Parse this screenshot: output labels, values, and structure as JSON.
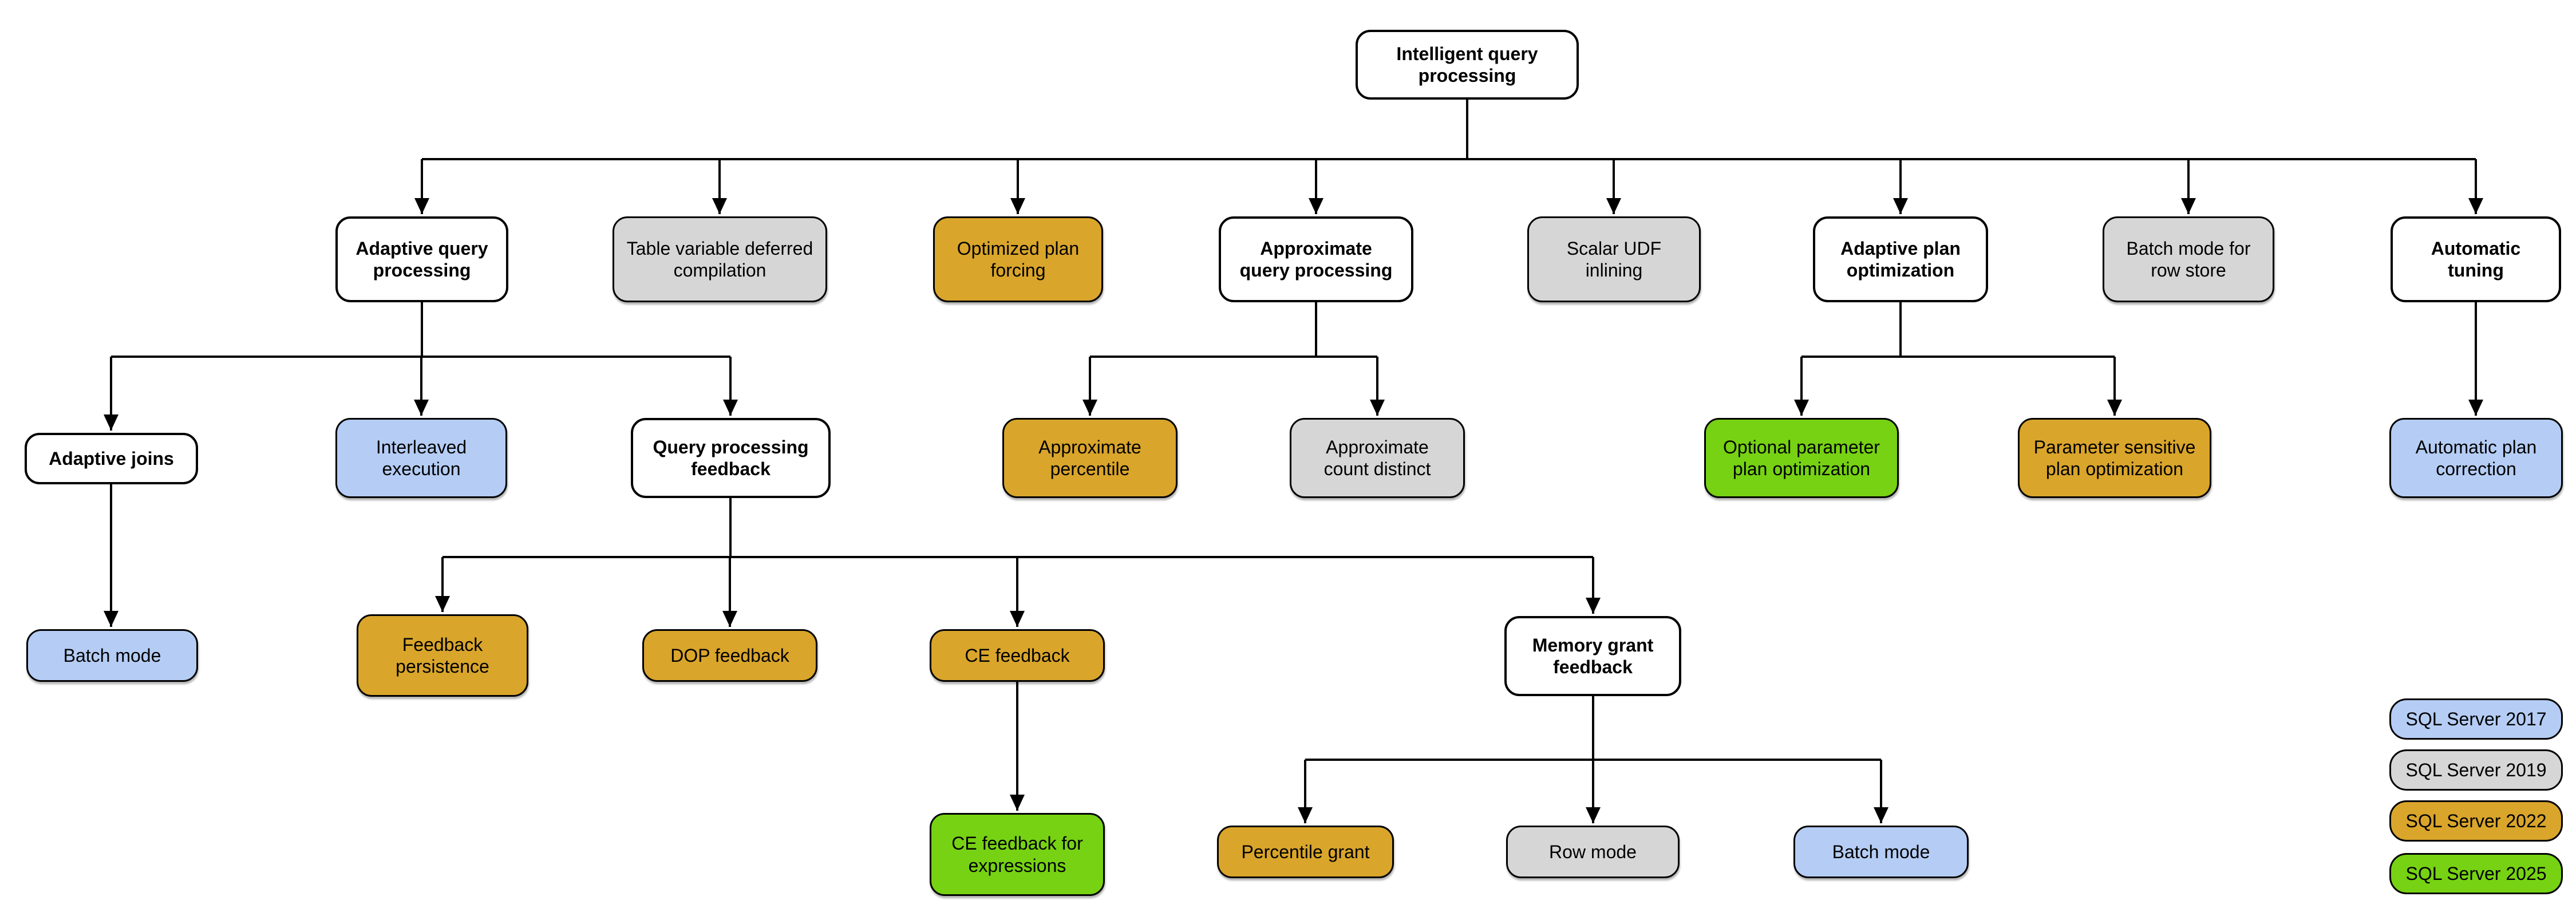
{
  "diagram": {
    "nodes": {
      "intelligent_query_processing": "Intelligent query processing",
      "adaptive_query_processing": "Adaptive query processing",
      "table_variable_deferred_compilation": "Table variable deferred compilation",
      "optimized_plan_forcing": "Optimized plan forcing",
      "approximate_query_processing": "Approximate query processing",
      "scalar_udf_inlining": "Scalar UDF inlining",
      "adaptive_plan_optimization": "Adaptive plan optimization",
      "batch_mode_for_row_store": "Batch mode for row store",
      "automatic_tuning": "Automatic tuning",
      "adaptive_joins": "Adaptive joins",
      "interleaved_execution": "Interleaved execution",
      "query_processing_feedback": "Query processing feedback",
      "approximate_percentile": "Approximate percentile",
      "approximate_count_distinct": "Approximate count distinct",
      "optional_parameter_plan_optimization": "Optional parameter plan optimization",
      "parameter_sensitive_plan_optimization": "Parameter sensitive plan optimization",
      "automatic_plan_correction": "Automatic plan correction",
      "batch_mode_under_adaptive_joins": "Batch mode",
      "feedback_persistence": "Feedback persistence",
      "dop_feedback": "DOP feedback",
      "ce_feedback": "CE feedback",
      "memory_grant_feedback": "Memory grant feedback",
      "ce_feedback_for_expressions": "CE feedback for expressions",
      "percentile_grant": "Percentile grant",
      "row_mode": "Row mode",
      "batch_mode_under_memory_grant": "Batch mode"
    },
    "legend": {
      "items": [
        {
          "label": "SQL Server 2017",
          "color": "blue"
        },
        {
          "label": "SQL Server 2019",
          "color": "gray"
        },
        {
          "label": "SQL Server 2022",
          "color": "orange"
        },
        {
          "label": "SQL Server 2025",
          "color": "green"
        }
      ]
    },
    "colors": {
      "white": "#ffffff",
      "blue": "#b5cdf5",
      "gray": "#d6d6d6",
      "orange": "#d9a52b",
      "green": "#76d213",
      "line": "#000000"
    }
  }
}
